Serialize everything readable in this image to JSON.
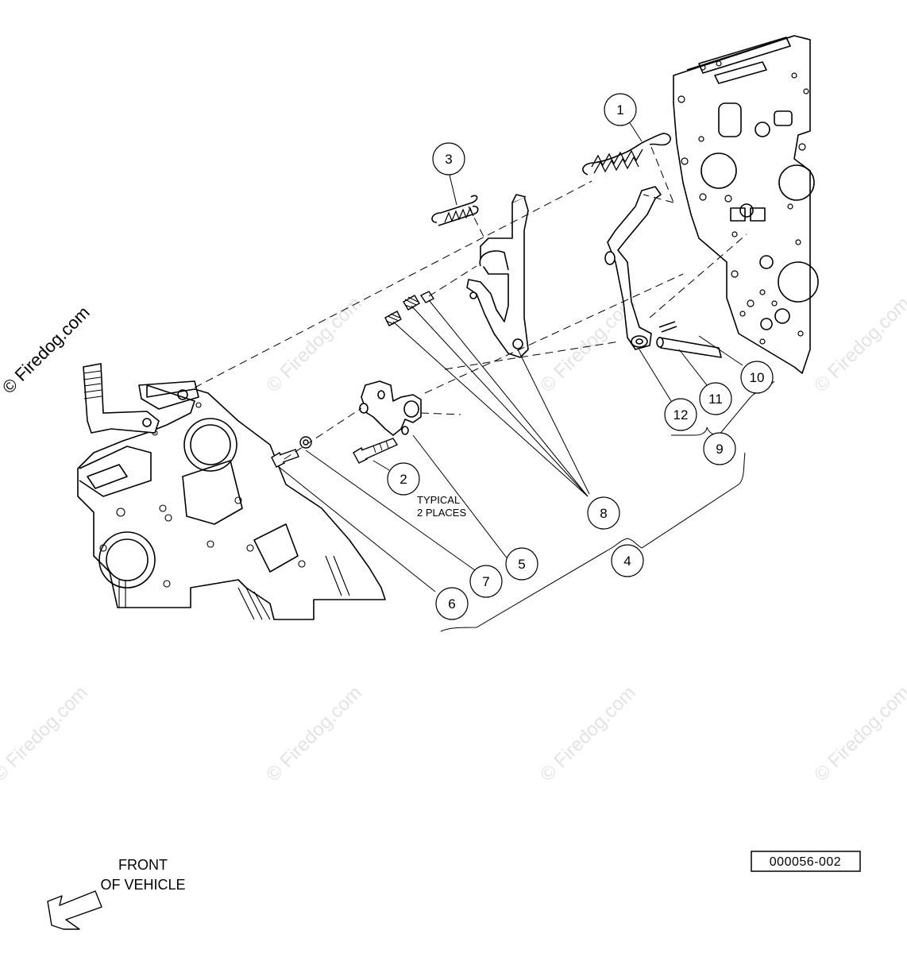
{
  "watermarks": {
    "label_main": "© Firedog.com",
    "label_faint": "© Firedog.com"
  },
  "note": {
    "line1": "TYPICAL",
    "line2": "2 PLACES"
  },
  "front": {
    "line1": "FRONT",
    "line2": "OF VEHICLE"
  },
  "reference_code": "000056-002",
  "callouts": [
    "1",
    "2",
    "3",
    "4",
    "5",
    "6",
    "7",
    "8",
    "9",
    "10",
    "11",
    "12"
  ],
  "icons": {
    "front_arrow": "arrow-left-down-icon"
  }
}
